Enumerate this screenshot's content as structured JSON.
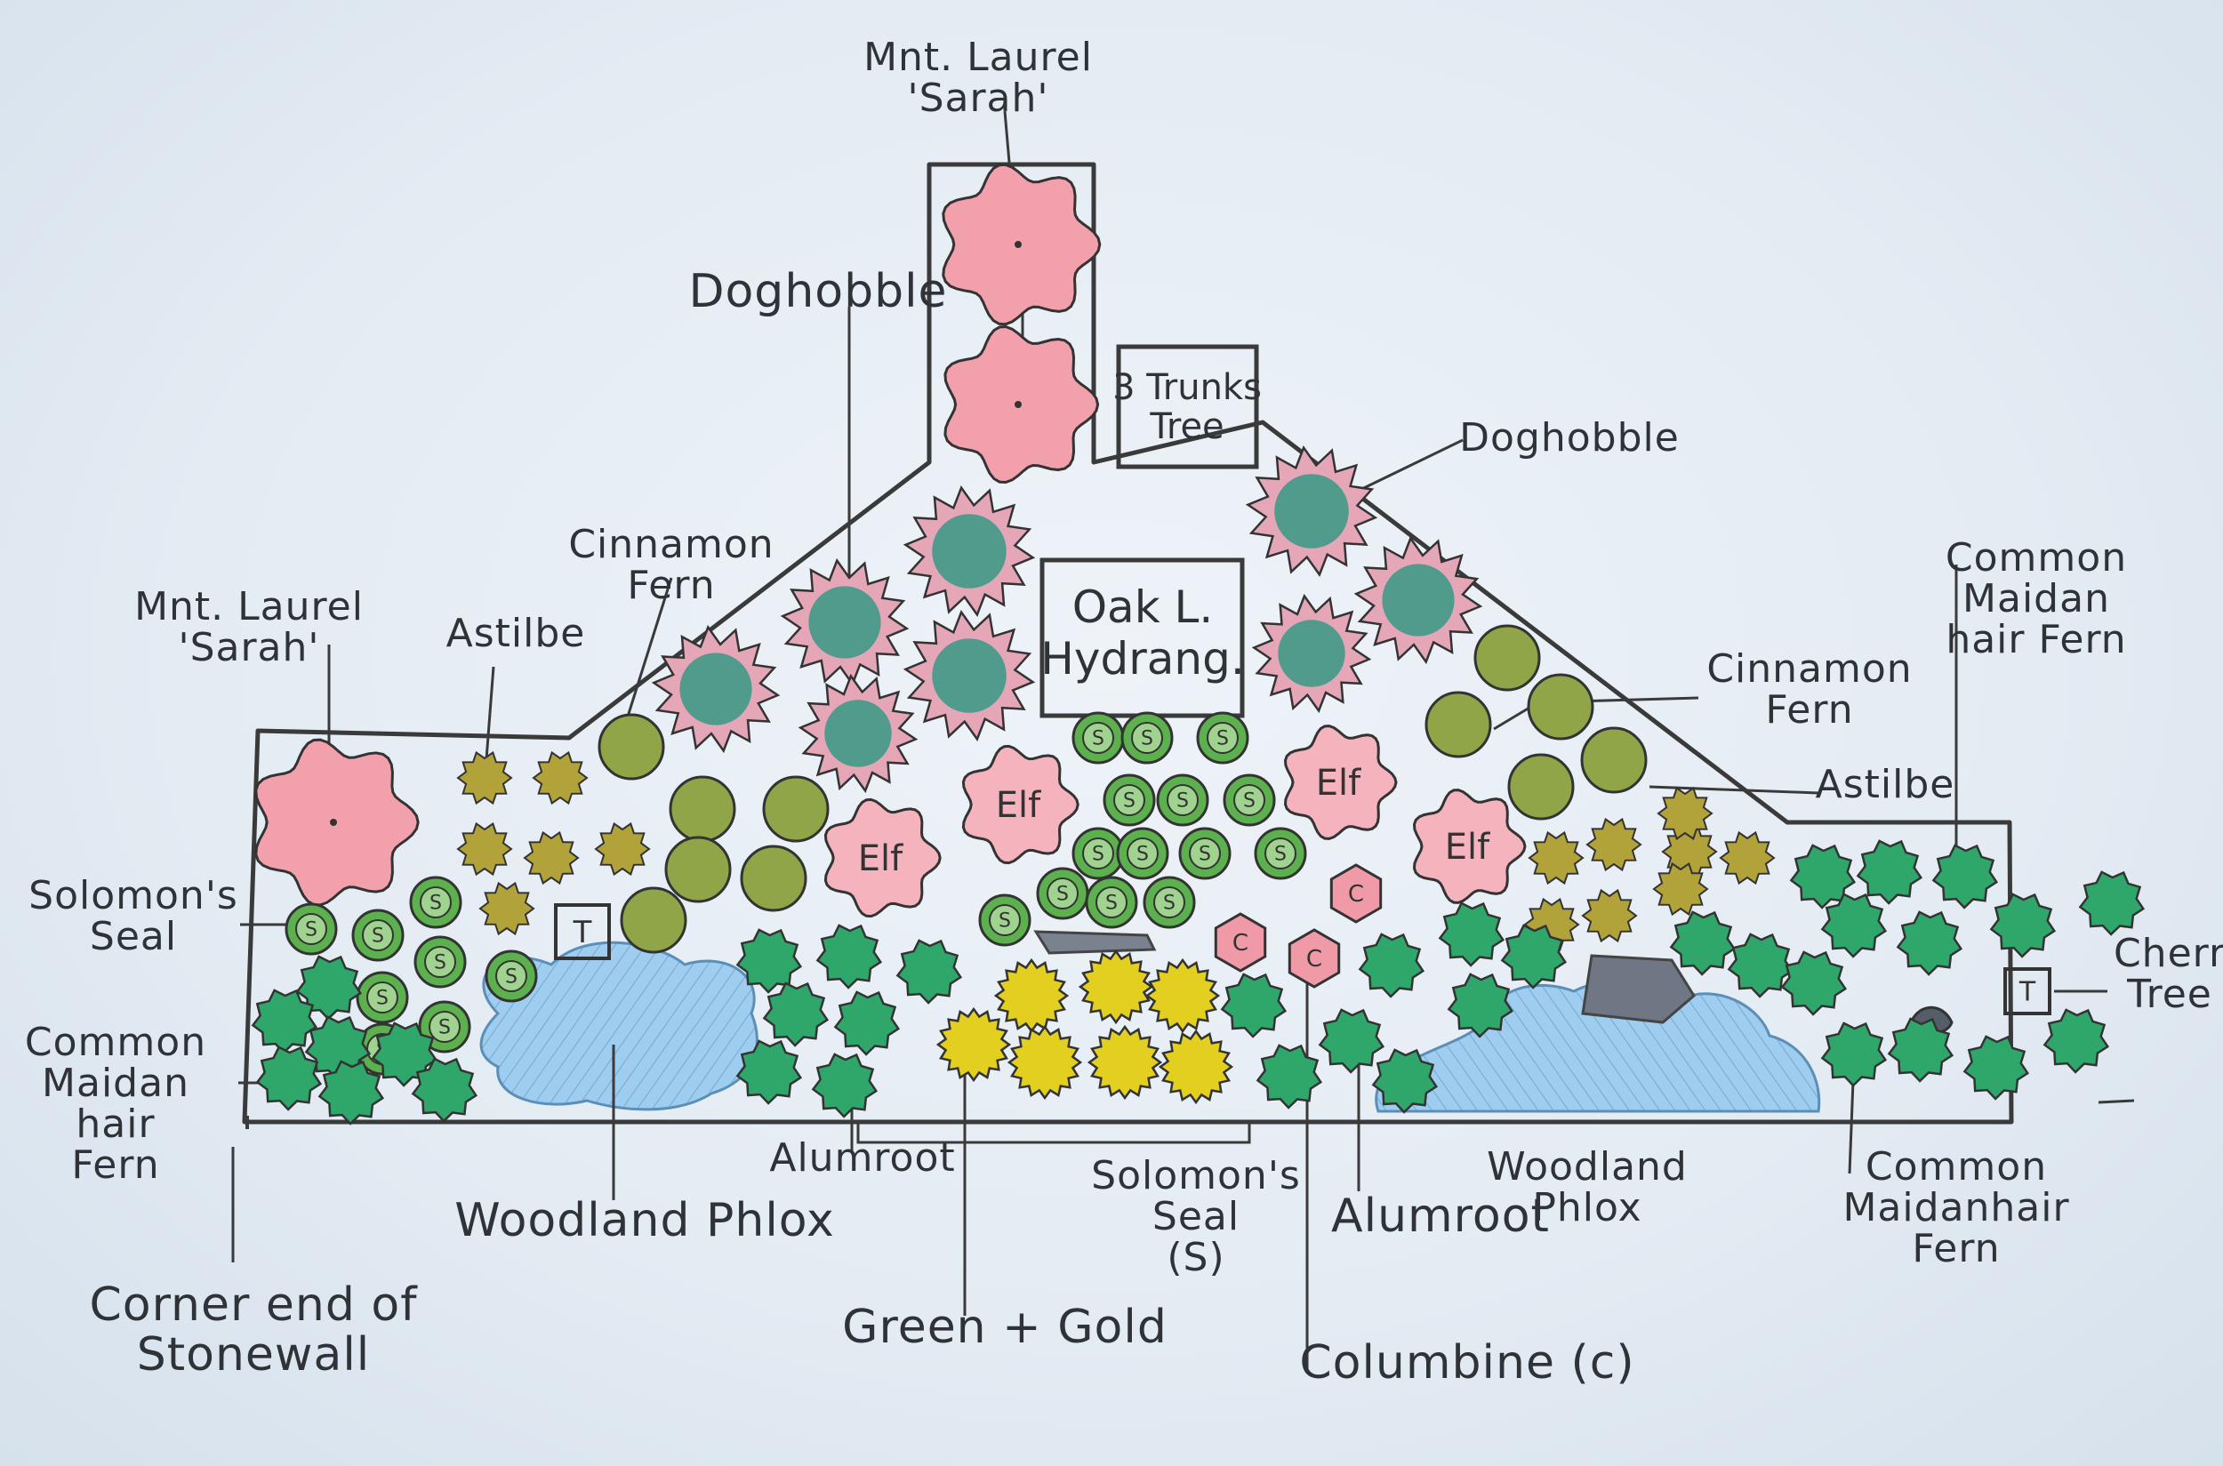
{
  "labels": {
    "mnt_laurel_top": "Mnt. Laurel\n'Sarah'",
    "doghobble_left": "Doghobble",
    "doghobble_right": "Doghobble",
    "three_trunks_tree": "3 Trunks\nTree",
    "oak_leaf_hydrangea": "Oak L.\nHydrang.",
    "cinnamon_fern_left": "Cinnamon\nFern",
    "cinnamon_fern_right": "Cinnamon\nFern",
    "mnt_laurel_left": "Mnt. Laurel\n'Sarah'",
    "astilbe_left": "Astilbe",
    "astilbe_right": "Astilbe",
    "common_maidenhair_top_right": "Common\nMaidan\nhair Fern",
    "solomons_seal_left": "Solomon's\nSeal",
    "common_maidenhair_left": "Common\nMaidan\nhair\nFern",
    "cherry_tree": "Cherr\nTree",
    "corner_stonewall": "Corner end of\nStonewall",
    "woodland_phlox_left": "Woodland Phlox",
    "alumroot_left": "Alumroot",
    "green_gold": "Green + Gold",
    "solomons_seal_bottom": "Solomon's\nSeal\n(S)",
    "alumroot_right": "Alumroot",
    "columbine": "Columbine (c)",
    "woodland_phlox_right": "Woodland\nPhlox",
    "common_maidenhair_bottom_right": "Common\nMaidanhair\nFern"
  },
  "plant_marks": {
    "solomons_seal": "S",
    "elf": "Elf",
    "columbine": "C",
    "tree": "T"
  },
  "colors": {
    "mountain_laurel": "#f2a1ac",
    "elf_hydrangea": "#f4b3bd",
    "doghobble": "#3f9a86",
    "astilbe": "#b2a23a",
    "cinnamon_fern": "#8fa548",
    "solomons_seal": "#5cb04e",
    "maidenhair_fern": "#2fa66a",
    "alumroot": "#2c8f57",
    "green_and_gold": "#e2cf1f",
    "woodland_phlox": "#8ec3ea",
    "columbine": "#ef9aa6",
    "rock": "#707a86",
    "outline": "#333333"
  }
}
